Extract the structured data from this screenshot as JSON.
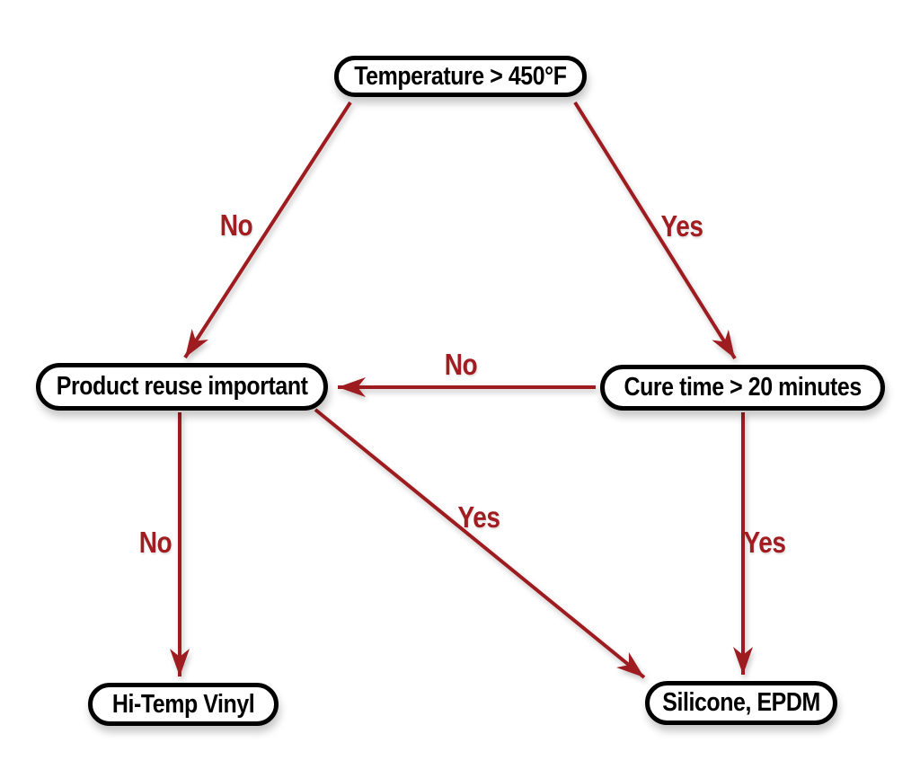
{
  "diagram": {
    "type": "decision-flowchart",
    "colors": {
      "arrow": "#9e1c20",
      "edge_label": "#a11d22",
      "node_border": "#000000",
      "node_fill": "#ffffff",
      "background": "#ffffff"
    },
    "nodes": [
      {
        "id": "temperature",
        "label": "Temperature > 450°F"
      },
      {
        "id": "product-reuse",
        "label": "Product reuse important"
      },
      {
        "id": "cure-time",
        "label": "Cure time > 20 minutes"
      },
      {
        "id": "hi-temp-vinyl",
        "label": "Hi-Temp Vinyl"
      },
      {
        "id": "silicone-epdm",
        "label": "Silicone, EPDM"
      }
    ],
    "edges": [
      {
        "from": "temperature",
        "to": "product-reuse",
        "label": "No"
      },
      {
        "from": "temperature",
        "to": "cure-time",
        "label": "Yes"
      },
      {
        "from": "cure-time",
        "to": "product-reuse",
        "label": "No"
      },
      {
        "from": "product-reuse",
        "to": "hi-temp-vinyl",
        "label": "No"
      },
      {
        "from": "product-reuse",
        "to": "silicone-epdm",
        "label": "Yes"
      },
      {
        "from": "cure-time",
        "to": "silicone-epdm",
        "label": "Yes"
      }
    ]
  }
}
